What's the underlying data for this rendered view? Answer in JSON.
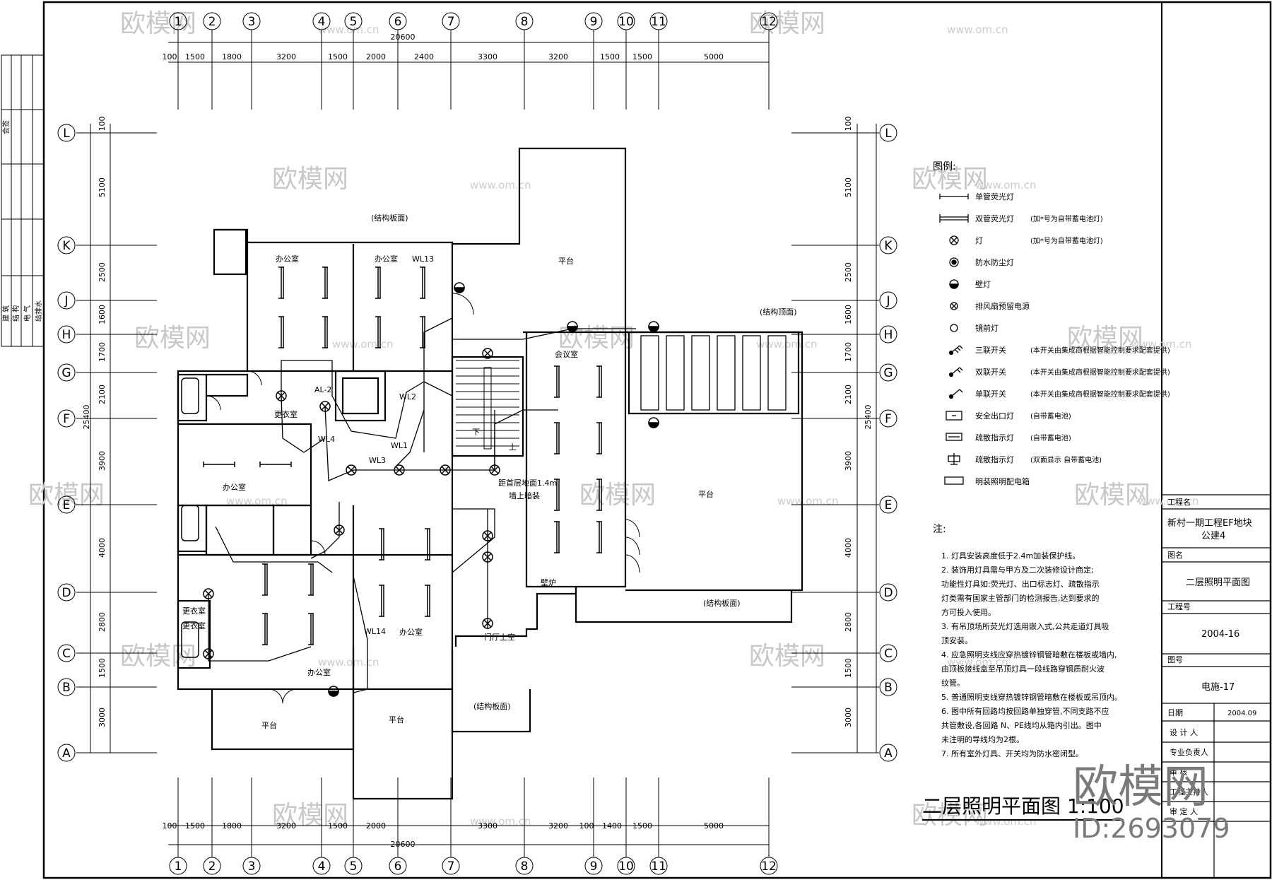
{
  "drawing_title": "二层照明平面图  1:100",
  "axes_columns": [
    "1",
    "2",
    "3",
    "4",
    "5",
    "6",
    "7",
    "8",
    "9",
    "10",
    "11",
    "12"
  ],
  "axes_rows": [
    "L",
    "K",
    "J",
    "H",
    "G",
    "F",
    "E",
    "D",
    "C",
    "B",
    "A"
  ],
  "dims_top": [
    "100",
    "1500",
    "1800",
    "3200",
    "1500",
    "2000",
    "2400",
    "3300",
    "3200",
    "1500",
    "1500",
    "5000"
  ],
  "dims_bottom": [
    "100",
    "1500",
    "1800",
    "3200",
    "1500",
    "2000",
    "3300",
    "3200",
    "100",
    "1400",
    "1500",
    "5000"
  ],
  "total_width": "20600",
  "dims_left": [
    "100",
    "5100",
    "2500",
    "1600",
    "1700",
    "2100",
    "3900",
    "4000",
    "2800",
    "1500",
    "3000"
  ],
  "total_height": "25400",
  "rooms": {
    "office1": "办公室",
    "office2": "办公室",
    "office3": "办公室",
    "office4": "办公室",
    "office5": "办公室",
    "platform_top": "平台",
    "platform_right": "平台",
    "platform_bl": "平台",
    "platform_bm": "平台",
    "meeting": "会议室",
    "changing1": "更衣室",
    "changing2": "更衣室",
    "changing3": "更衣室",
    "lobby_void": "门厅上空",
    "fireplace": "壁炉",
    "slab_top": "(结构板面)",
    "slab_roof": "(结构顶面)",
    "slab_mid": "(结构板面)",
    "slab_bot": "(结构板面)"
  },
  "circuits": [
    "WL13",
    "AL-2",
    "WL2",
    "WL4",
    "WL1",
    "WL3",
    "WL14"
  ],
  "notes_inline": [
    "距首层地面1.4m",
    "墙上暗装",
    "下",
    "上"
  ],
  "legend": {
    "title": "图例:",
    "items": [
      {
        "icon": "single-tube-fluorescent-icon",
        "name": "单管荧光灯",
        "note": ""
      },
      {
        "icon": "double-tube-fluorescent-icon",
        "name": "双管荧光灯",
        "note": "(加*号为自带蓄电池灯)"
      },
      {
        "icon": "lamp-icon",
        "name": "灯",
        "note": "(加*号为自带蓄电池灯)"
      },
      {
        "icon": "waterproof-lamp-icon",
        "name": "防水防尘灯",
        "note": ""
      },
      {
        "icon": "wall-lamp-icon",
        "name": "壁灯",
        "note": ""
      },
      {
        "icon": "exhaust-fan-icon",
        "name": "排风扇预留电源",
        "note": ""
      },
      {
        "icon": "mirror-lamp-icon",
        "name": "镜前灯",
        "note": ""
      },
      {
        "icon": "triple-switch-icon",
        "name": "三联开关",
        "note": "(本开关由集成商根据智能控制要求配套提供)"
      },
      {
        "icon": "double-switch-icon",
        "name": "双联开关",
        "note": "(本开关由集成商根据智能控制要求配套提供)"
      },
      {
        "icon": "single-switch-icon",
        "name": "单联开关",
        "note": "(本开关由集成商根据智能控制要求配套提供)"
      },
      {
        "icon": "exit-light-icon",
        "name": "安全出口灯",
        "note": "(自带蓄电池)"
      },
      {
        "icon": "evacuation-sign-icon",
        "name": "疏散指示灯",
        "note": "(自带蓄电池)"
      },
      {
        "icon": "evacuation-sign-double-icon",
        "name": "疏散指示灯",
        "note": "(双面显示 自带蓄电池)"
      },
      {
        "icon": "distribution-box-icon",
        "name": "明装照明配电箱",
        "note": ""
      }
    ]
  },
  "notes": {
    "title": "注:",
    "lines": [
      "1.  灯具安装高度低于2.4m加装保护线。",
      "2.  装饰用灯具需与甲方及二次装修设计商定;",
      "     功能性灯具如:荧光灯、出口标志灯、疏散指示",
      "     灯类需有国家主管部门的检测报告,达到要求的",
      "     方可投入使用。",
      "3.  有吊顶场所荧光灯选用嵌入式,公共走道灯具吸",
      "     顶安装。",
      "4.  应急照明支线应穿热镀锌钢管暗敷在楼板或墙内,",
      "     由顶板接线盒至吊顶灯具一段线路穿钢质耐火波",
      "     纹管。",
      "5.  普通照明支线穿热镀锌钢管暗敷在楼板或吊顶内。",
      "6.  图中所有回路均按回路单独穿管,不同支路不应",
      "     共管敷设,各回路 N、PE线均从箱内引出。图中",
      "     未注明的导线均为2根。",
      "7.  所有室外灯具、开关均为防水密闭型。"
    ]
  },
  "title_block": {
    "project_label": "工程名",
    "project_name_1": "新村一期工程EF地块",
    "project_name_2": "公建4",
    "drawing_name_label": "图名",
    "drawing_name": "二层照明平面图",
    "project_no_label": "工程号",
    "project_no": "2004-16",
    "drawing_no_label": "图号",
    "drawing_no": "电施-17",
    "date_label": "日期",
    "date": "2004.09",
    "signatures": [
      "设 计 人",
      "专业负责人",
      "审  核",
      "工程主持人",
      "审 定 人"
    ]
  },
  "side_strip": {
    "top": "会签",
    "items": [
      "建 筑",
      "结 构",
      "电 气",
      "给排水"
    ]
  },
  "watermark": {
    "brand": "欧模网",
    "url": "www.om.cn",
    "id": "ID:2693079"
  }
}
